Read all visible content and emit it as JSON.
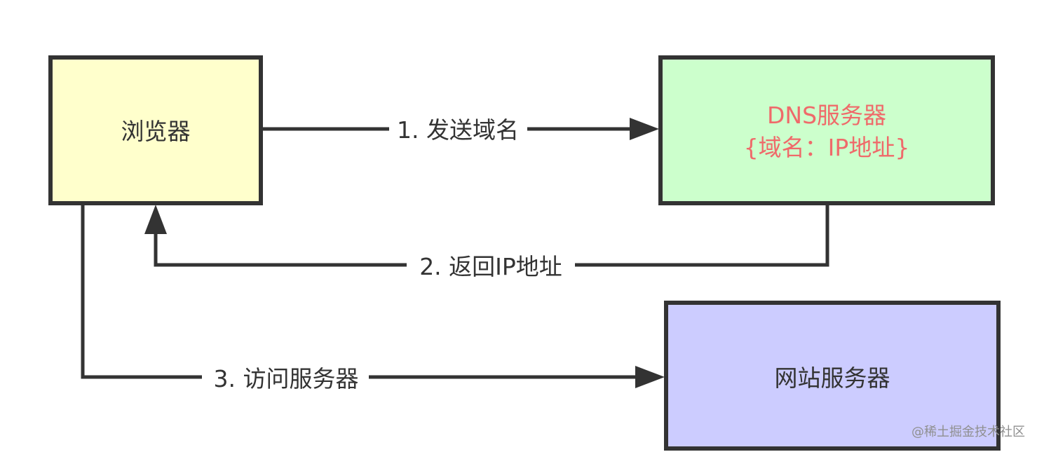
{
  "nodes": {
    "browser": {
      "label": "浏览器",
      "fill": "#ffffcc"
    },
    "dns_server": {
      "line1": "DNS服务器",
      "line2": "{域名：IP地址}",
      "fill": "#ccffcc",
      "text_color": "#ef6a6a"
    },
    "web_server": {
      "label": "网站服务器",
      "fill": "#ccccff"
    }
  },
  "edges": [
    {
      "from": "browser",
      "to": "dns_server",
      "label": "1. 发送域名"
    },
    {
      "from": "dns_server",
      "to": "browser",
      "label": "2. 返回IP地址"
    },
    {
      "from": "browser",
      "to": "web_server",
      "label": "3. 访问服务器"
    }
  ],
  "colors": {
    "stroke": "#333333",
    "text": "#333333"
  },
  "watermark": "@稀土掘金技术社区"
}
